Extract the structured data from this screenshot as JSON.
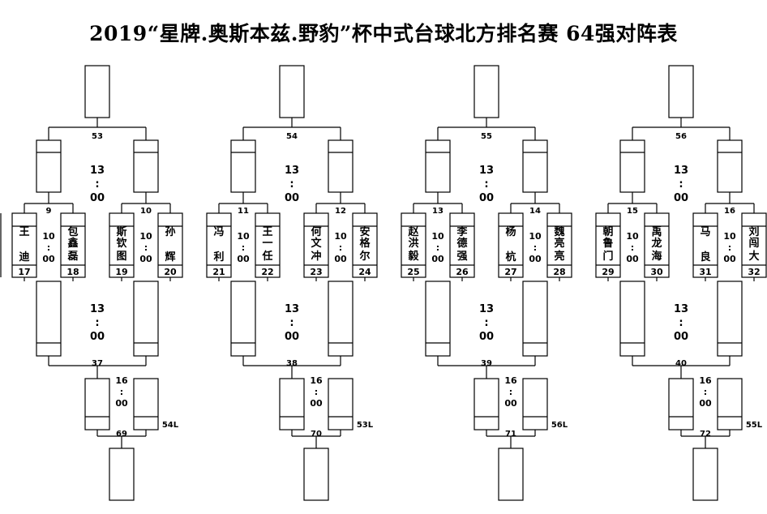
{
  "title": "2019“星牌.奥斯本兹.野豹”杯中式台球北方排名赛 64强对阵表",
  "sections": [
    {
      "top_match": "53",
      "semi_matches": [
        "9",
        "10"
      ],
      "semi_time": [
        "13",
        ":",
        "00"
      ],
      "groups": [
        {
          "match": "9",
          "time": [
            "10",
            ":",
            "00"
          ],
          "players": [
            {
              "name": "王迪",
              "seed": "17"
            },
            {
              "name": "包鑫磊",
              "seed": "18"
            }
          ]
        },
        {
          "match": "10",
          "time": [
            "10",
            ":",
            "00"
          ],
          "players": [
            {
              "name": "斯钦图",
              "seed": "19"
            },
            {
              "name": "孙辉",
              "seed": "20"
            }
          ]
        }
      ],
      "lower_time": [
        "13",
        ":",
        "00"
      ],
      "lower_match": "37",
      "final_time": [
        "16",
        ":",
        "00"
      ],
      "loser_ref": "54L",
      "final_match": "69"
    },
    {
      "top_match": "54",
      "semi_matches": [
        "11",
        "12"
      ],
      "semi_time": [
        "13",
        ":",
        "00"
      ],
      "groups": [
        {
          "match": "11",
          "time": [
            "10",
            ":",
            "00"
          ],
          "players": [
            {
              "name": "冯利",
              "seed": "21"
            },
            {
              "name": "王一任",
              "seed": "22"
            }
          ]
        },
        {
          "match": "12",
          "time": [
            "10",
            ":",
            "00"
          ],
          "players": [
            {
              "name": "何文冲",
              "seed": "23"
            },
            {
              "name": "安格尔",
              "seed": "24"
            }
          ]
        }
      ],
      "lower_time": [
        "13",
        ":",
        "00"
      ],
      "lower_match": "38",
      "final_time": [
        "16",
        ":",
        "00"
      ],
      "loser_ref": "53L",
      "final_match": "70"
    },
    {
      "top_match": "55",
      "semi_matches": [
        "13",
        "14"
      ],
      "semi_time": [
        "13",
        ":",
        "00"
      ],
      "groups": [
        {
          "match": "13",
          "time": [
            "10",
            ":",
            "00"
          ],
          "players": [
            {
              "name": "赵洪毅",
              "seed": "25"
            },
            {
              "name": "李德强",
              "seed": "26"
            }
          ]
        },
        {
          "match": "14",
          "time": [
            "10",
            ":",
            "00"
          ],
          "players": [
            {
              "name": "杨杭",
              "seed": "27"
            },
            {
              "name": "魏亮亮",
              "seed": "28"
            }
          ]
        }
      ],
      "lower_time": [
        "13",
        ":",
        "00"
      ],
      "lower_match": "39",
      "final_time": [
        "16",
        ":",
        "00"
      ],
      "loser_ref": "56L",
      "final_match": "71"
    },
    {
      "top_match": "56",
      "semi_matches": [
        "15",
        "16"
      ],
      "semi_time": [
        "13",
        ":",
        "00"
      ],
      "groups": [
        {
          "match": "15",
          "time": [
            "10",
            ":",
            "00"
          ],
          "players": [
            {
              "name": "朝鲁门",
              "seed": "29"
            },
            {
              "name": "禹龙海",
              "seed": "30"
            }
          ]
        },
        {
          "match": "16",
          "time": [
            "10",
            ":",
            "00"
          ],
          "players": [
            {
              "name": "马良",
              "seed": "31"
            },
            {
              "name": "刘闯大",
              "seed": "32"
            }
          ]
        }
      ],
      "lower_time": [
        "13",
        ":",
        "00"
      ],
      "lower_match": "40",
      "final_time": [
        "16",
        ":",
        "00"
      ],
      "loser_ref": "55L",
      "final_match": "72"
    }
  ]
}
